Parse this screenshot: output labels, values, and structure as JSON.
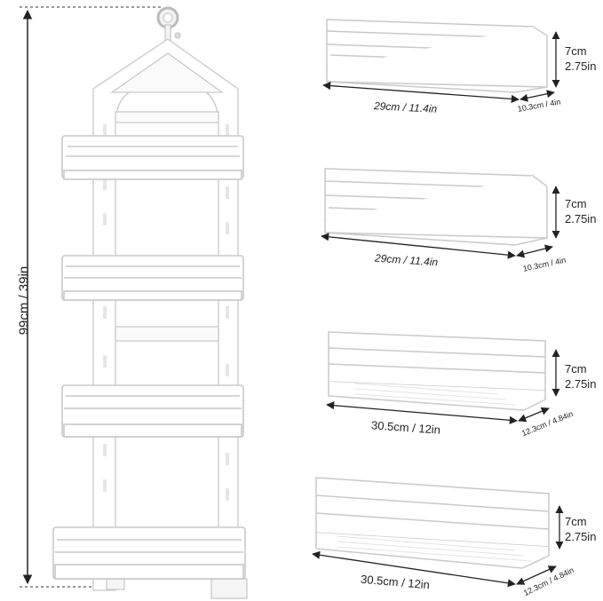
{
  "overall": {
    "height_label": "99cm / 39in"
  },
  "baskets": [
    {
      "width_label": "29cm / 11.4in",
      "depth_label": "10.3cm / 4in",
      "height_cm": "7cm",
      "height_in": "2.75in"
    },
    {
      "width_label": "29cm / 11.4in",
      "depth_label": "10.3cm / 4in",
      "height_cm": "7cm",
      "height_in": "2.75in"
    },
    {
      "width_label": "30.5cm / 12in",
      "depth_label": "12.3cm / 4.84in",
      "height_cm": "7cm",
      "height_in": "2.75in"
    },
    {
      "width_label": "30.5cm / 12in",
      "depth_label": "12.3cm / 4.84in",
      "height_cm": "7cm",
      "height_in": "2.75in"
    }
  ],
  "colors": {
    "product": "#ffffff",
    "outline": "#c9c9c9",
    "dimension_line": "#222222"
  }
}
